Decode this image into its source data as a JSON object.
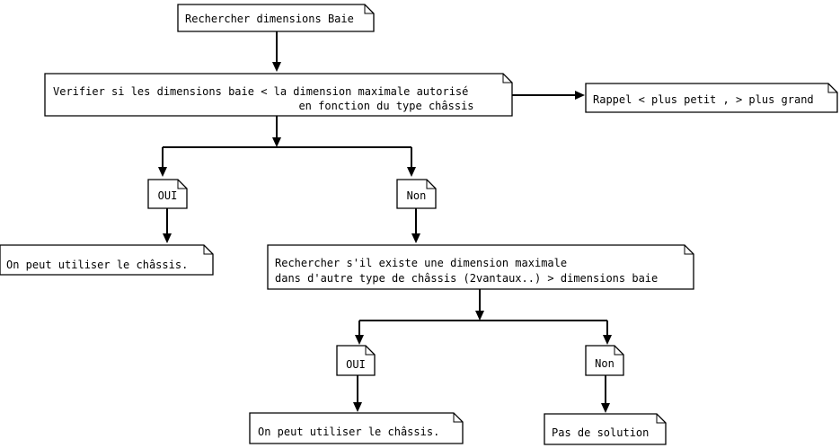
{
  "nodes": {
    "rechercher_baie": {
      "lines": [
        "Rechercher dimensions Baie"
      ]
    },
    "verifier": {
      "lines": [
        "Verifier si les dimensions baie < la dimension maximale autorisé",
        "en fonction du type châssis"
      ]
    },
    "rappel": {
      "lines": [
        "Rappel < plus petit , > plus grand"
      ]
    },
    "oui_1": {
      "lines": [
        "OUI"
      ]
    },
    "non_1": {
      "lines": [
        "Non"
      ]
    },
    "utiliser_1": {
      "lines": [
        "On peut utiliser le châssis."
      ]
    },
    "rechercher_autre": {
      "lines": [
        "Rechercher s'il existe une dimension maximale",
        "dans d'autre type de châssis (2vantaux..) > dimensions baie"
      ]
    },
    "oui_2": {
      "lines": [
        "OUI"
      ]
    },
    "non_2": {
      "lines": [
        "Non"
      ]
    },
    "utiliser_2": {
      "lines": [
        "On peut utiliser le châssis."
      ]
    },
    "pas_solution": {
      "lines": [
        "Pas de solution"
      ]
    }
  },
  "colors": {
    "line": "#000000",
    "node_fill": "#ffffff",
    "background": "#ffffff"
  }
}
